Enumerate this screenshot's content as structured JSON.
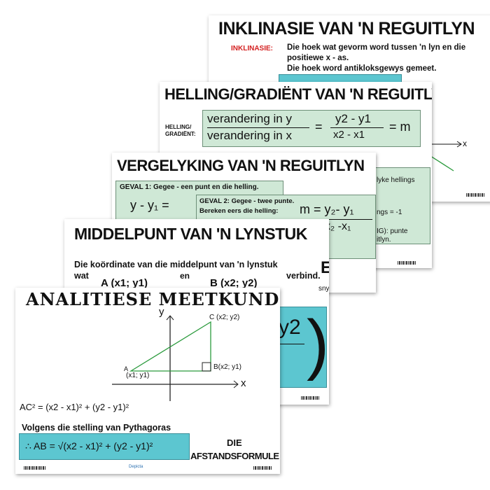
{
  "inklinasie": {
    "title": "INKLINASIE VAN 'N REGUITLYN",
    "label": "INKLINASIE:",
    "line1": "Die hoek wat gevorm word tussen 'n lyn en die",
    "line2": "positiewe  x - as.",
    "line3": "Die hoek word antikloksgewys gemeet.",
    "axis": "x",
    "accent": "#d42020"
  },
  "helling": {
    "title": "HELLING/GRADIËNT VAN 'N REGUITLYN",
    "label1": "HELLING/",
    "label2": "GRADIËNT:",
    "num": "verandering in y",
    "den": "verandering in x",
    "num2": "y2 - y1",
    "den2": "x2 - x1",
    "result": "= m",
    "eq": "=",
    "side1": "lyke hellings",
    "side2": "ngs = -1",
    "side3": "IG): punte",
    "side4": "itlyn."
  },
  "vergelyking": {
    "title": "VERGELYKING VAN 'N REGUITLYN",
    "geval1": "GEVAL 1: Gegee - een punt en die helling.",
    "eq1": "y - y₁ =",
    "geval2": "GEVAL 2:   Gegee - twee punte.",
    "bereken": "Bereken eers die helling:",
    "m": "m = y₂- y₁",
    "mden": "x₂ -x₁"
  },
  "middelpunt": {
    "title": "MIDDELPUNT VAN 'N LYNSTUK",
    "line1": "Die koördinate van die middelpunt van 'n lynstuk",
    "wat": "wat",
    "a": "A (x1; y1)",
    "en": "en",
    "b": "B (x2; y2)",
    "verbind": "verbind.",
    "e": "E",
    "sny": "sny",
    "frac": "y2"
  },
  "analitiese": {
    "title": "ANALITIESE MEETKUNDE",
    "y_axis": "y",
    "x_axis": "x",
    "c": "C (x2; y2)",
    "b": "B(x2; y1)",
    "a": "A",
    "a_coord": "(x1; y1)",
    "ac": "AC² = (x2 - x1)² + (y2 - y1)²",
    "pythagoras": "Volgens die stelling van Pythagoras",
    "ab": "∴ AB = √(x2 - x1)² + (y2 - y1)²",
    "die": "DIE",
    "afstand": "AFSTANDSFORMULE",
    "brand": "Depicta"
  }
}
